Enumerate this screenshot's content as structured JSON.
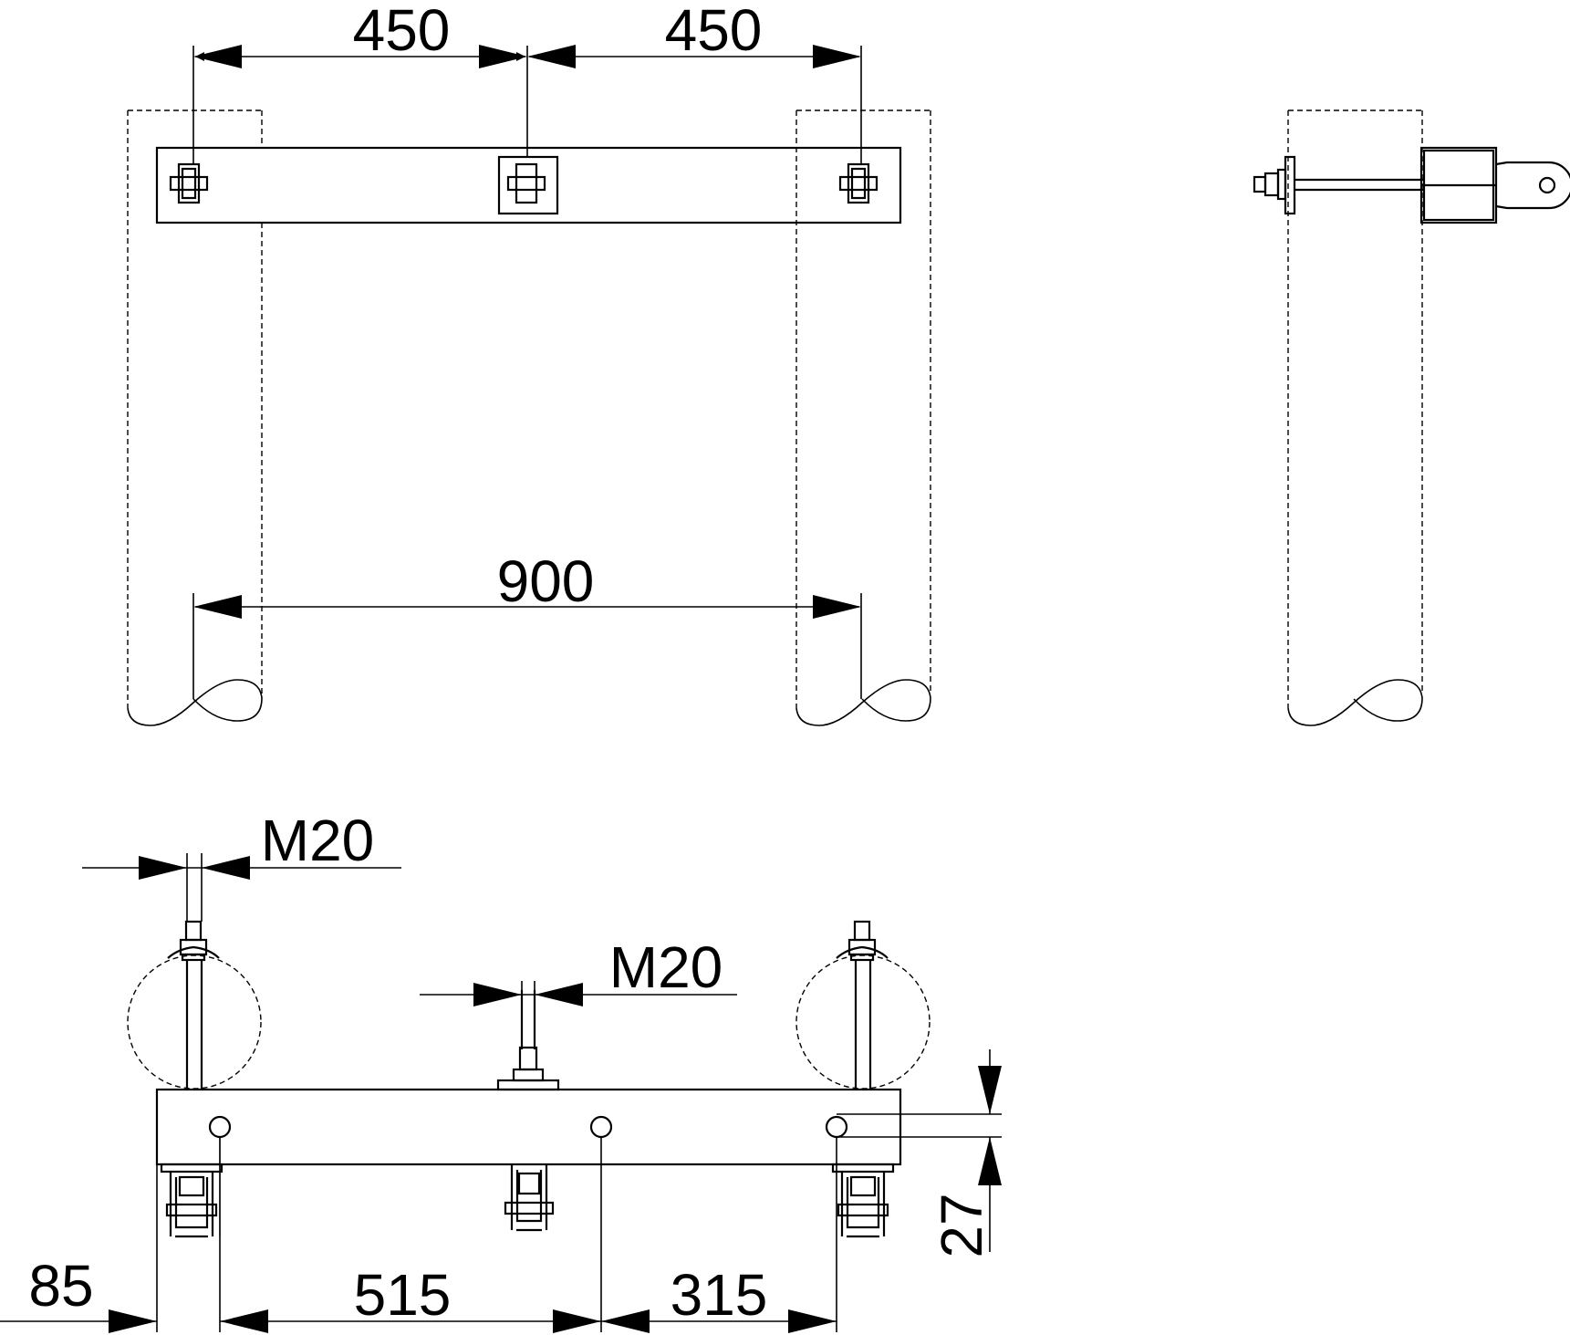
{
  "drawing": {
    "top_view": {
      "dim_left_spacing": "450",
      "dim_right_spacing": "450",
      "dim_pipe_span": "900"
    },
    "front_view": {
      "thread_left": "M20",
      "thread_center": "M20",
      "dim_hole_offset": "27",
      "dim_edge_to_hole": "85",
      "dim_left_to_center": "515",
      "dim_center_to_right": "315"
    }
  }
}
